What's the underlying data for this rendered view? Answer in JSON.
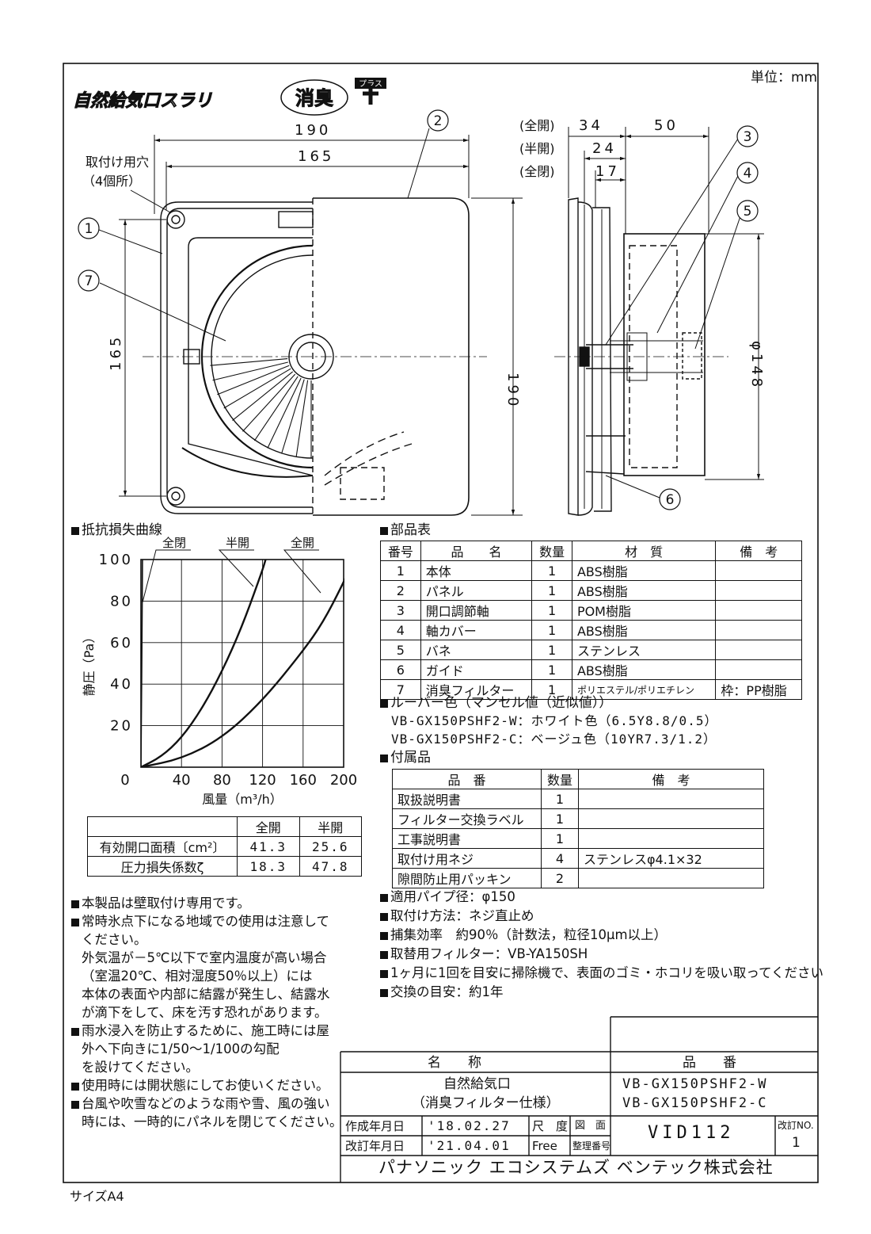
{
  "header": {
    "unit": "単位：mm",
    "logo_text": "自然給気口スラリ",
    "logo_badge": "消臭",
    "logo_plus": "プラス"
  },
  "drawing": {
    "dims": {
      "d190_top": "190",
      "d165_top": "165",
      "hole_label_1": "取付け用穴",
      "hole_label_2": "（4個所）",
      "d165_left": "165",
      "d190_right": "190",
      "full_open_34_label": "(全開)",
      "full_open_34": "34",
      "d50": "50",
      "half_open_label": "(半開)",
      "half_open_24": "24",
      "closed_label": "(全閉)",
      "closed_17": "17",
      "phi148": "φ148"
    },
    "callouts": [
      "1",
      "2",
      "3",
      "4",
      "5",
      "6",
      "7"
    ]
  },
  "chart_title": "抵抗損失曲線",
  "chart_data": {
    "type": "line",
    "xlabel": "風量（m³/h）",
    "ylabel": "静圧（Pa）",
    "xlim": [
      0,
      200
    ],
    "ylim": [
      0,
      100
    ],
    "xticks": [
      "0",
      "40",
      "80",
      "120",
      "160",
      "200"
    ],
    "yticks": [
      "0",
      "20",
      "40",
      "60",
      "80",
      "100"
    ],
    "series": [
      {
        "name": "全閉",
        "points": [
          [
            0,
            0
          ],
          [
            0.5,
            30
          ],
          [
            1,
            60
          ],
          [
            1.5,
            100
          ]
        ]
      },
      {
        "name": "半開",
        "points": [
          [
            0,
            0
          ],
          [
            20,
            5
          ],
          [
            40,
            14
          ],
          [
            60,
            28
          ],
          [
            80,
            46
          ],
          [
            100,
            68
          ],
          [
            120,
            95
          ],
          [
            123,
            100
          ]
        ]
      },
      {
        "name": "全開",
        "points": [
          [
            0,
            0
          ],
          [
            40,
            4
          ],
          [
            80,
            14
          ],
          [
            120,
            32
          ],
          [
            160,
            56
          ],
          [
            180,
            70
          ],
          [
            200,
            89
          ],
          [
            210,
            100
          ]
        ]
      }
    ]
  },
  "coef_table": {
    "headers": [
      "",
      "全開",
      "半開"
    ],
    "rows": [
      {
        "label": "有効開口面積〔cm²〕",
        "full": "41.3",
        "half": "25.6"
      },
      {
        "label": "圧力損失係数ζ",
        "full": "18.3",
        "half": "47.8"
      }
    ]
  },
  "parts": {
    "title": "部品表",
    "headers": [
      "番号",
      "品　　名",
      "数量",
      "材　質",
      "備　考"
    ],
    "rows": [
      [
        "1",
        "本体",
        "1",
        "ABS樹脂",
        ""
      ],
      [
        "2",
        "パネル",
        "1",
        "ABS樹脂",
        ""
      ],
      [
        "3",
        "開口調節軸",
        "1",
        "POM樹脂",
        ""
      ],
      [
        "4",
        "軸カバー",
        "1",
        "ABS樹脂",
        ""
      ],
      [
        "5",
        "バネ",
        "1",
        "ステンレス",
        ""
      ],
      [
        "6",
        "ガイド",
        "1",
        "ABS樹脂",
        ""
      ],
      [
        "7",
        "消臭フィルター",
        "1",
        "ポリエステル/ポリエチレン",
        "枠：PP樹脂"
      ]
    ]
  },
  "louver": {
    "title": "ルーバー色（マンセル値（近似値））",
    "lines": [
      "VB-GX150PSHF2-W：ホワイト色（6.5Y8.8/0.5）",
      "VB-GX150PSHF2-C：ベージュ色（10YR7.3/1.2）"
    ]
  },
  "accessories": {
    "title": "付属品",
    "headers": [
      "品　番",
      "数量",
      "備　考"
    ],
    "rows": [
      [
        "取扱説明書",
        "1",
        ""
      ],
      [
        "フィルター交換ラベル",
        "1",
        ""
      ],
      [
        "工事説明書",
        "1",
        ""
      ],
      [
        "取付け用ネジ",
        "4",
        "ステンレスφ4.1×32"
      ],
      [
        "隙間防止用パッキン",
        "2",
        ""
      ]
    ]
  },
  "specs": [
    "適用パイプ径：φ150",
    "取付け方法：ネジ直止め",
    "捕集効率　約90％（計数法，粒径10μm以上）",
    "取替用フィルター：VB-YA150SH",
    "1ヶ月に1回を目安に掃除機で、表面のゴミ・ホコリを吸い取ってください",
    "交換の目安：約1年"
  ],
  "notes": [
    {
      "lines": [
        "本製品は壁取付け専用です。"
      ]
    },
    {
      "lines": [
        "常時氷点下になる地域での使用は注意して",
        "ください。",
        "外気温が－5℃以下で室内温度が高い場合",
        "（室温20℃、相対湿度50％以上）には",
        "本体の表面や内部に結露が発生し、結露水",
        "が滴下をして、床を汚す恐れがあります。"
      ]
    },
    {
      "lines": [
        "雨水浸入を防止するために、施工時には屋",
        "外へ下向きに1/50～1/100の勾配",
        "を設けてください。"
      ]
    },
    {
      "lines": [
        "使用時には開状態にしてお使いください。"
      ]
    },
    {
      "lines": [
        "台風や吹雪などのような雨や雪、風の強い",
        "時には、一時的にパネルを閉じてください。"
      ]
    }
  ],
  "title_block": {
    "name_header": "名　　称",
    "part_header": "品　　番",
    "name_1": "自然給気口",
    "name_2": "（消臭フィルター仕様）",
    "part_1": "VB-GX150PSHF2-W",
    "part_2": "VB-GX150PSHF2-C",
    "created_label": "作成年月日",
    "created": "'18.02.27",
    "revised_label": "改訂年月日",
    "revised": "'21.04.01",
    "scale_label": "尺　度",
    "scale": "Free",
    "drawing_label_1": "図　面",
    "drawing_label_2": "整理番号",
    "drawing_no": "VID112",
    "rev_label": "改訂NO.",
    "rev": "1",
    "company": "パナソニック エコシステムズ ベンテック株式会社"
  },
  "size": "サイズA4"
}
